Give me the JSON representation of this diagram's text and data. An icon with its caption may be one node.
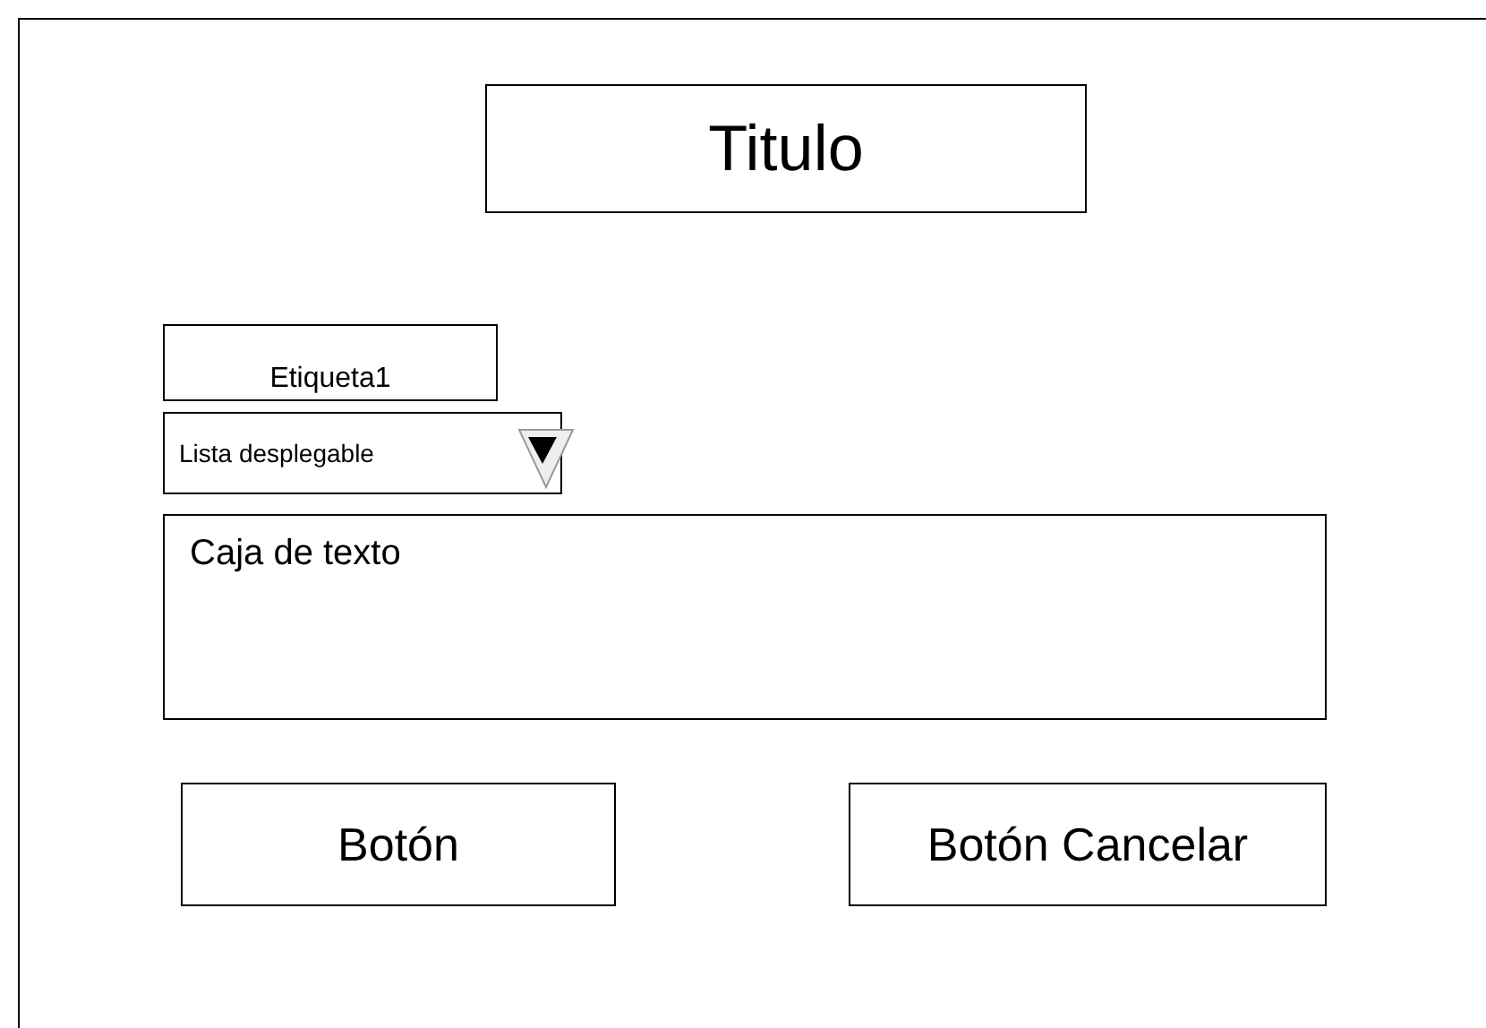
{
  "diagram": {
    "nodes": [
      {
        "text": [],
        "shape": "box"
      },
      {
        "text": [
          "Titulo"
        ],
        "in": 0
      },
      {
        "text": [
          "Etiqueta1"
        ],
        "in": 0
      },
      {
        "text": [
          "Lista desplegable"
        ],
        "in": 0
      },
      {
        "text": [
          "Caja de texto"
        ],
        "in": 0
      },
      {
        "text": [
          "Botón"
        ],
        "in": 0
      },
      {
        "text": [
          "Botón Cancelar"
        ],
        "in": 0
      }
    ]
  }
}
